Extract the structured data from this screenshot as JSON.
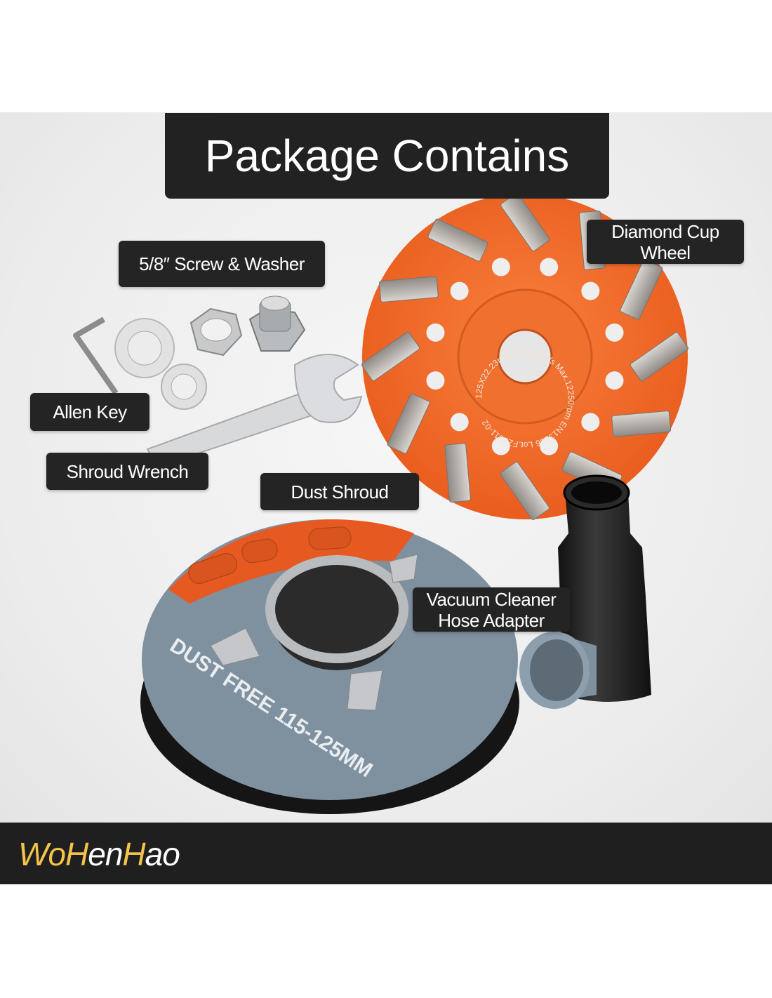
{
  "title": "Package Contains",
  "labels": {
    "screw_washer": "5/8″ Screw & Washer",
    "diamond_cup_wheel_line1": "Diamond Cup",
    "diamond_cup_wheel_line2": "Wheel",
    "allen_key": "Allen Key",
    "shroud_wrench": "Shroud Wrench",
    "dust_shroud": "Dust Shroud",
    "vacuum_line1": "Vacuum Cleaner",
    "vacuum_line2": "Hose Adapter"
  },
  "disc_text": {
    "ring": "125X22.23mm Max.80m/s Max.12250rpm EN13236 Lot.FZ2311-02"
  },
  "shroud_text": "DUST FREE 115-125MM",
  "brand": {
    "part1": "Wo",
    "part2": "H",
    "part3": "en",
    "part4": "H",
    "part5": "ao"
  },
  "colors": {
    "orange": "#f26a2a",
    "shroud_gray": "#7f909f",
    "brand_yellow": "#f3c34a",
    "label_bg": "#242424"
  }
}
